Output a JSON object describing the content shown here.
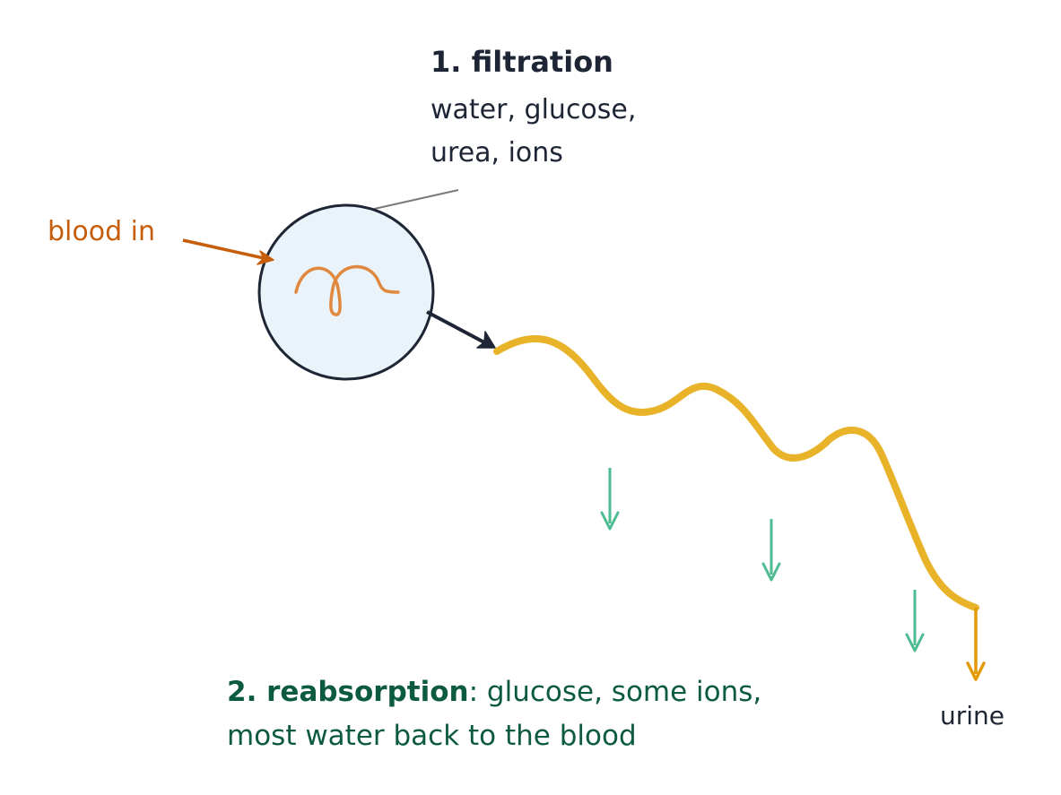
{
  "filtration": {
    "title": "1. filtration",
    "line1": "water, glucose,",
    "line2": "urea, ions"
  },
  "blood_in": {
    "label": "blood in"
  },
  "reabsorption": {
    "title": "2. reabsorption",
    "line1_rest": ": glucose, some ions,",
    "line2": "most water back to the blood"
  },
  "urine": {
    "label": "urine"
  },
  "colors": {
    "dark": "#1e2635",
    "blood": "#c65d0b",
    "capillary": "#e0883f",
    "tubule": "#e8b229",
    "urine_arrow": "#e39a05",
    "reabsorption_arrow": "#4fbb92",
    "reabsorption_text": "#0d5a43",
    "glomerulus_fill": "#eaf3f9",
    "leader_line": "#7a7a7a"
  },
  "icons": {
    "glomerulus": "glomerulus-capillary-loop-icon"
  }
}
